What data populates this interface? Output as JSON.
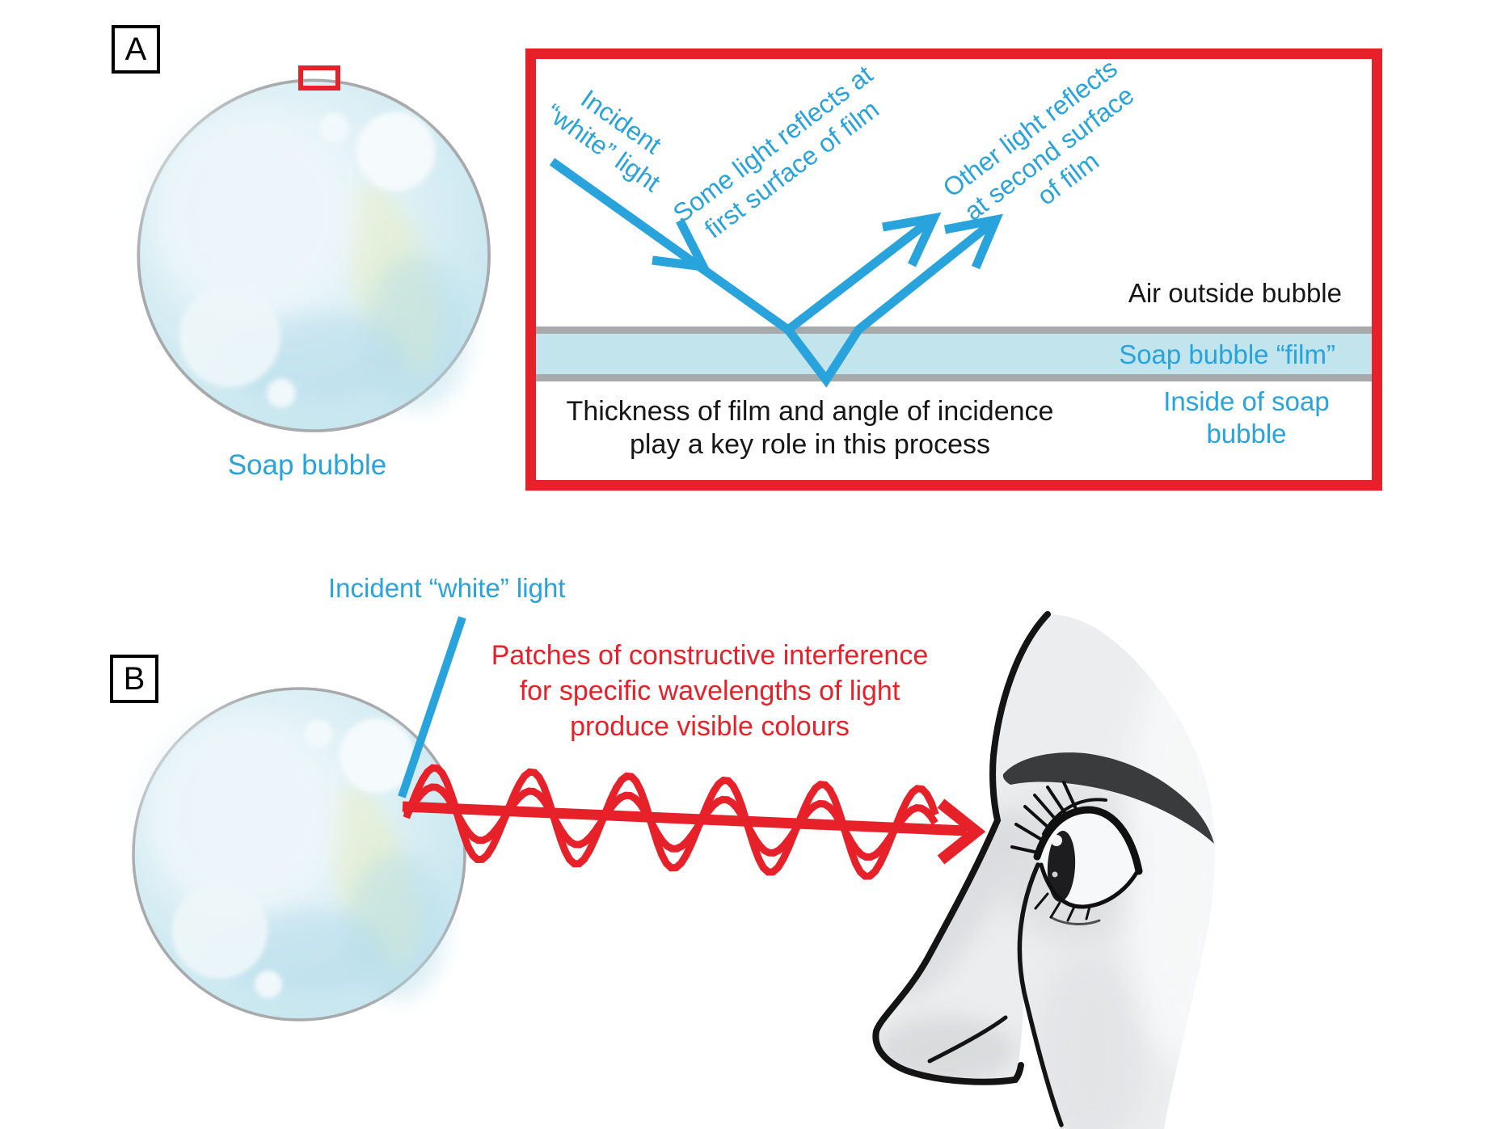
{
  "colors": {
    "blue": "#29a3dc",
    "red": "#e62129",
    "film_blue": "#c2e4ed",
    "bubble_stroke": "#a8a9ab",
    "ink": "#161616"
  },
  "panel_a": {
    "tag": "A",
    "bubble_caption": "Soap bubble",
    "incident_label": [
      "Incident",
      "“white” light"
    ],
    "first_surface_label": [
      "Some light reflects at",
      "first surface of film"
    ],
    "second_surface_label": [
      "Other light reflects",
      "at second surface",
      "of film"
    ],
    "air_label": "Air outside bubble",
    "film_label": "Soap bubble “film”",
    "inside_label": [
      "Inside of soap",
      "bubble"
    ],
    "note": [
      "Thickness of film and angle of incidence",
      "play a key role in this process"
    ]
  },
  "panel_b": {
    "tag": "B",
    "incident_label": "Incident “white” light",
    "note": [
      "Patches of constructive interference",
      "for specific wavelengths of light",
      "produce visible colours"
    ]
  }
}
